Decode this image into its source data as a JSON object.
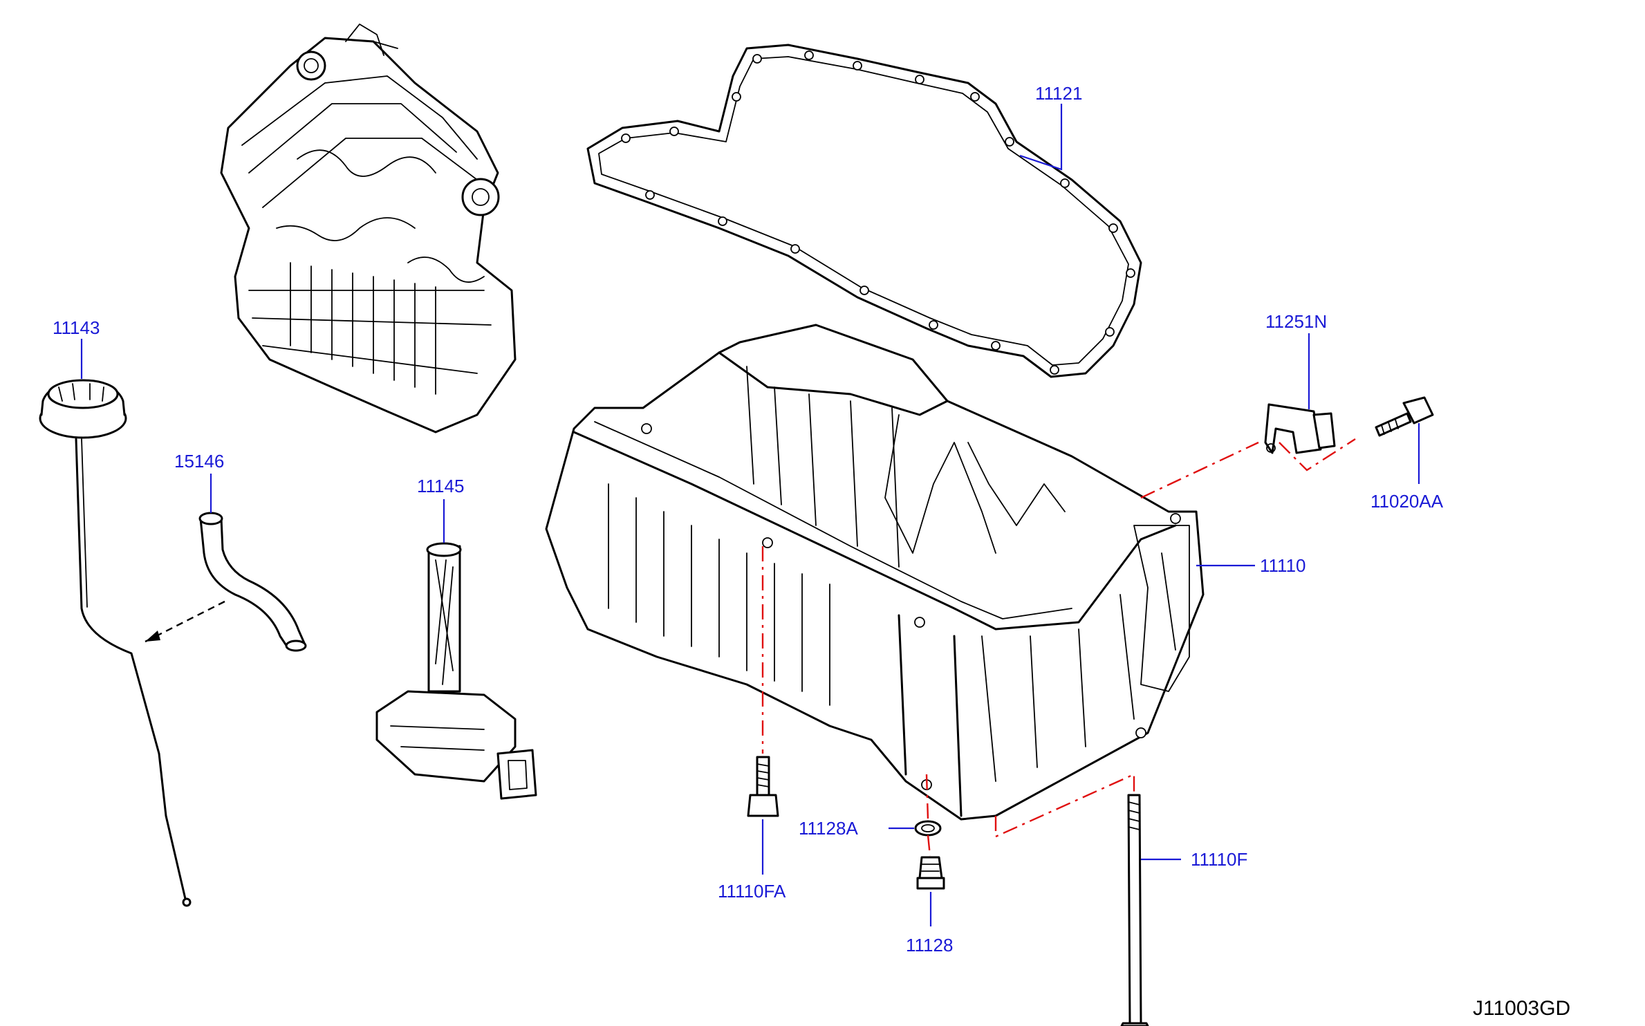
{
  "diagram": {
    "code": "J11003GD",
    "parts": [
      {
        "id": "11143",
        "label": "11143"
      },
      {
        "id": "15146",
        "label": "15146"
      },
      {
        "id": "11145",
        "label": "11145"
      },
      {
        "id": "11121",
        "label": "11121"
      },
      {
        "id": "11251N",
        "label": "11251N"
      },
      {
        "id": "11020AA",
        "label": "11020AA"
      },
      {
        "id": "11110",
        "label": "11110"
      },
      {
        "id": "11110FA",
        "label": "11110FA"
      },
      {
        "id": "11128A",
        "label": "11128A"
      },
      {
        "id": "11128",
        "label": "11128"
      },
      {
        "id": "11110F",
        "label": "11110F"
      }
    ],
    "colors": {
      "label": "#1a1ad6",
      "line_art": "#000000",
      "reference_line": "#e01010"
    }
  }
}
